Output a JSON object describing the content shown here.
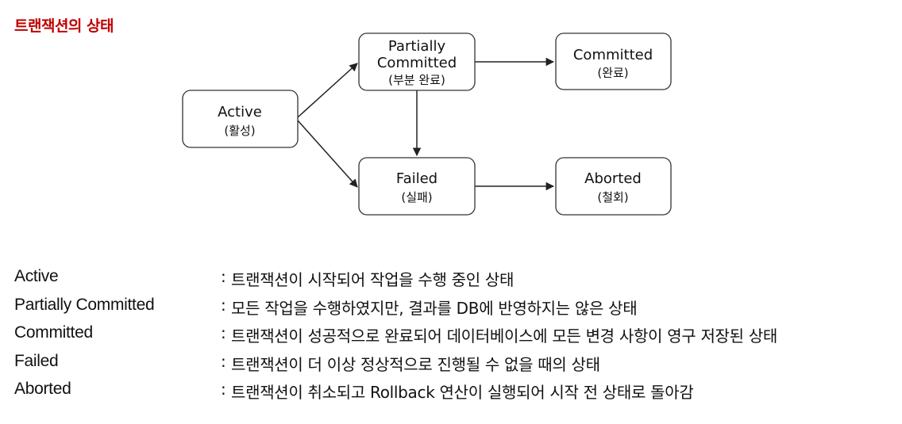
{
  "title": {
    "text": "트랜잭션의 상태",
    "color": "#c00000"
  },
  "states": [
    {
      "id": "active",
      "name": "Active",
      "korean": "(활성)"
    },
    {
      "id": "partially_committed",
      "name_lines": [
        "Partially",
        "Committed"
      ],
      "korean": "(부분 완료)"
    },
    {
      "id": "committed",
      "name": "Committed",
      "korean": "(완료)"
    },
    {
      "id": "failed",
      "name": "Failed",
      "korean": "(실패)"
    },
    {
      "id": "aborted",
      "name": "Aborted",
      "korean": "(철회)"
    }
  ],
  "transitions": [
    {
      "from": "active",
      "to": "partially_committed"
    },
    {
      "from": "active",
      "to": "failed"
    },
    {
      "from": "partially_committed",
      "to": "committed"
    },
    {
      "from": "partially_committed",
      "to": "failed"
    },
    {
      "from": "failed",
      "to": "aborted"
    }
  ],
  "definitions": [
    {
      "term": "Active",
      "separator": ":",
      "description": "트랜잭션이 시작되어 작업을 수행 중인 상태"
    },
    {
      "term": "Partially Committed",
      "separator": ":",
      "description": "모든 작업을 수행하였지만, 결과를 DB에 반영하지는 않은 상태"
    },
    {
      "term": "Committed",
      "separator": ":",
      "description": "트랜잭션이 성공적으로 완료되어 데이터베이스에 모든 변경 사항이 영구 저장된 상태"
    },
    {
      "term": "Failed",
      "separator": ":",
      "description": "트랜잭션이 더 이상 정상적으로 진행될 수 없을 때의 상태"
    },
    {
      "term": "Aborted",
      "separator": ":",
      "description": "트랜잭션이 취소되고 Rollback 연산이 실행되어 시작 전 상태로 돌아감"
    }
  ]
}
